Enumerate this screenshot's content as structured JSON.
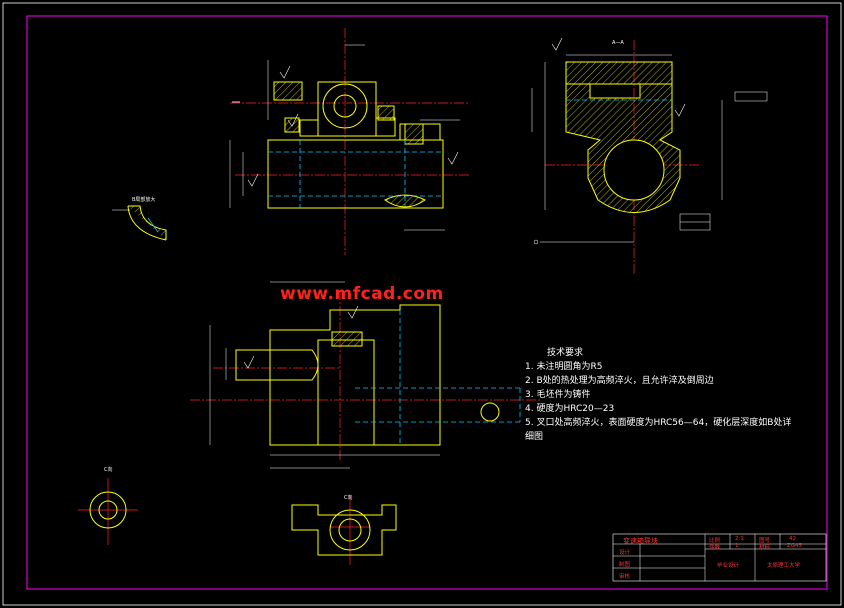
{
  "watermark": "www.mfcad.com",
  "views": {
    "section_label_a": "A—A",
    "section_label_b": "B局部放大",
    "section_label_c_top": "C向",
    "section_label_c_bottom": "C向"
  },
  "tech_requirements": {
    "title": "技术要求",
    "items": [
      "1. 未注明圆角为R5",
      "2. B处的热处理为高频淬火，且允许淬及倒周边",
      "3. 毛坯件为铸件",
      "4. 硬度为HRC20—23",
      "5. 叉口处高频淬火，表面硬度为HRC56—64，硬化层深度如B处详",
      "细图"
    ]
  },
  "title_block": {
    "part_name": "变速箱导块",
    "scale_label": "比例",
    "scale_value": "2:1",
    "qty_label": "件数",
    "qty_value": "1",
    "drawing_no_label": "图号",
    "drawing_no_value": "42",
    "material_label": "材料",
    "material_value": "ZG45",
    "row_design": "设计",
    "row_check": "制图",
    "row_review": "审核",
    "school": "太原理工大学",
    "course": "毕业设计"
  },
  "colors": {
    "outline": "#ffff00",
    "hidden": "#00c8ff",
    "center": "#ff2020",
    "dimension": "#ffffff",
    "hatch": "#ffff00",
    "frame": "#ff00ff",
    "watermark": "#ff2020"
  }
}
